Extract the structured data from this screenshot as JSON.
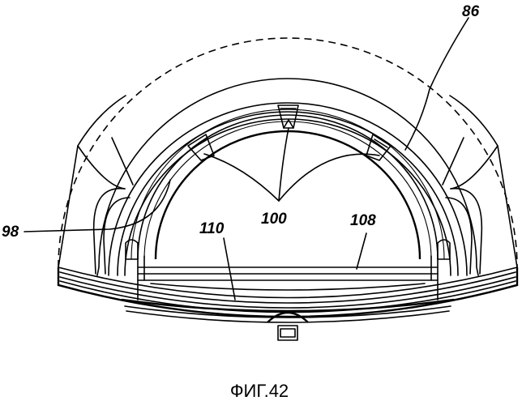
{
  "figure": {
    "caption": "ФИГ.42",
    "labels": {
      "ref_86": "86",
      "ref_98": "98",
      "ref_100": "100",
      "ref_108": "108",
      "ref_110": "110"
    }
  }
}
